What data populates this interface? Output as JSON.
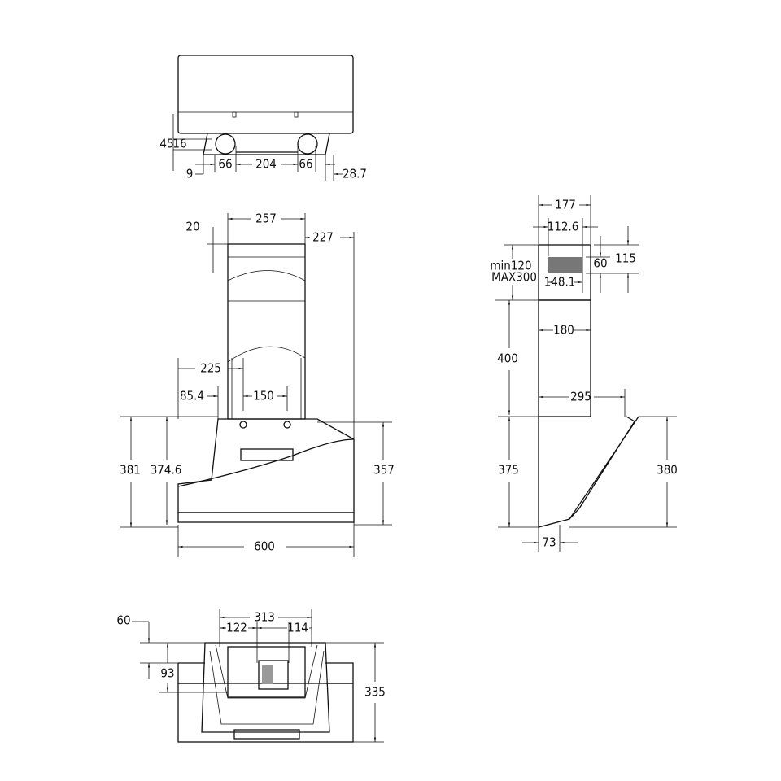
{
  "top_view": {
    "d_45": "45",
    "d_16": "16",
    "d_9": "9",
    "d_66_left": "66",
    "d_204": "204",
    "d_66_right": "66",
    "d_28_7": "28.7"
  },
  "front_view": {
    "d_20": "20",
    "d_257": "257",
    "d_227": "227",
    "d_225": "225",
    "d_85_4": "85.4",
    "d_150": "150",
    "d_381": "381",
    "d_374_6": "374.6",
    "d_357": "357",
    "d_600": "600"
  },
  "side_view": {
    "d_177": "177",
    "d_112_6": "112.6",
    "min": "min120",
    "max": "MAX300",
    "d_60": "60",
    "d_115": "115",
    "d_148_1": "148.1",
    "d_180": "180",
    "d_400": "400",
    "d_295": "295",
    "d_375": "375",
    "d_380": "380",
    "d_73": "73"
  },
  "bottom_view": {
    "d_60": "60",
    "d_313": "313",
    "d_122": "122",
    "d_114": "114",
    "d_93": "93",
    "d_335": "335"
  }
}
